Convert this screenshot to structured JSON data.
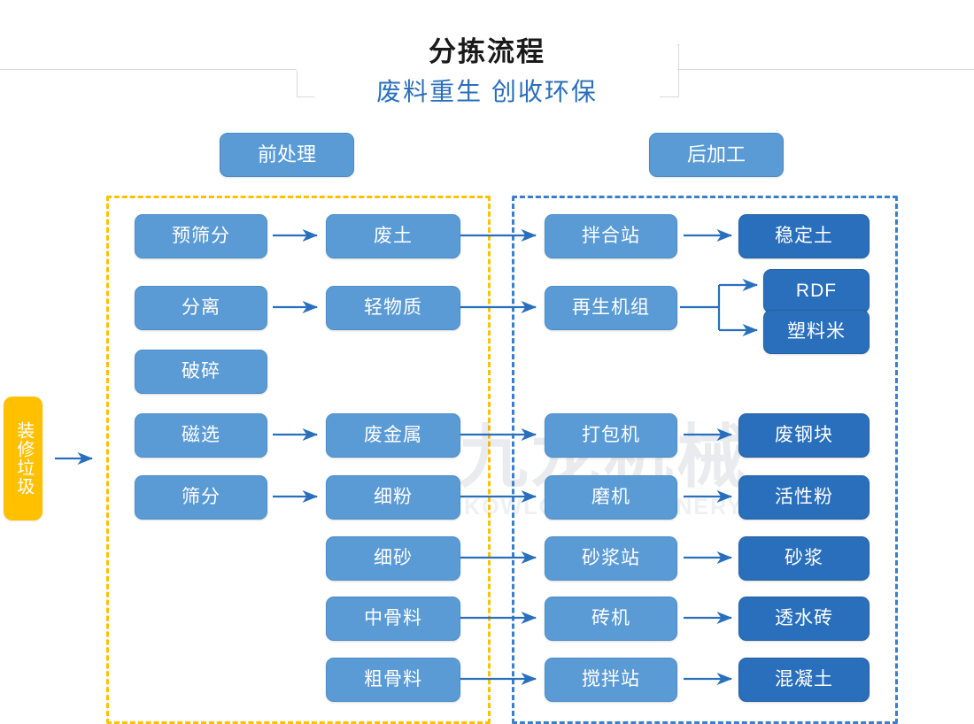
{
  "header": {
    "title": "分拣流程",
    "subtitle": "废料重生 创收环保"
  },
  "sections": {
    "pre_label": "前处理",
    "post_label": "后加工"
  },
  "input": {
    "label": "装修垃圾"
  },
  "watermark": {
    "cn": "九龙机械",
    "en": "KOWLOONMACHINERY"
  },
  "colors": {
    "accent_blue": "#2a6fbb",
    "node_blue": "#5b9bd5",
    "node_dark_blue": "#2a6fbb",
    "zone_pre_dash": "#ffc000",
    "zone_post_dash": "#3c7fc6",
    "input_orange": "#ffc000"
  },
  "chart_data": {
    "type": "diagram",
    "title": "分拣流程",
    "subtitle": "废料重生 创收环保",
    "groups": [
      {
        "name": "前处理",
        "dash_color": "#ffc000"
      },
      {
        "name": "后加工",
        "dash_color": "#3c7fc6"
      }
    ],
    "input_node": "装修垃圾",
    "rows": [
      {
        "process": "预筛分",
        "material": "废土",
        "equipment": "拌合站",
        "product": "稳定土"
      },
      {
        "process": "分离",
        "material": "轻物质",
        "equipment": "再生机组",
        "product": [
          "RDF",
          "塑料米"
        ]
      },
      {
        "process": "破碎",
        "material": null,
        "equipment": null,
        "product": null
      },
      {
        "process": "磁选",
        "material": "废金属",
        "equipment": "打包机",
        "product": "废钢块"
      },
      {
        "process": "筛分",
        "material": "细粉",
        "equipment": "磨机",
        "product": "活性粉"
      },
      {
        "process": null,
        "material": "细砂",
        "equipment": "砂浆站",
        "product": "砂浆"
      },
      {
        "process": null,
        "material": "中骨料",
        "equipment": "砖机",
        "product": "透水砖"
      },
      {
        "process": null,
        "material": "粗骨料",
        "equipment": "搅拌站",
        "product": "混凝土"
      }
    ]
  },
  "nodes": {
    "n_yushaifen": "预筛分",
    "n_fenli": "分离",
    "n_posui": "破碎",
    "n_cixuan": "磁选",
    "n_shaifen": "筛分",
    "n_feitu": "废土",
    "n_qingwuzhi": "轻物质",
    "n_feijinshu": "废金属",
    "n_xifen": "细粉",
    "n_xisha": "细砂",
    "n_zhonggu": "中骨料",
    "n_cugu": "粗骨料",
    "n_banhezhan": "拌合站",
    "n_zaisheng": "再生机组",
    "n_dabaoji": "打包机",
    "n_moji": "磨机",
    "n_shajiangzhan": "砂浆站",
    "n_zhuanji": "砖机",
    "n_jiaobanzhan": "搅拌站",
    "n_wendingtu": "稳定土",
    "n_rdf": "RDF",
    "n_suliaomi": "塑料米",
    "n_feigangkuai": "废钢块",
    "n_huoxingfen": "活性粉",
    "n_shajiang": "砂浆",
    "n_toushuizhuan": "透水砖",
    "n_hunningtu": "混凝土"
  }
}
